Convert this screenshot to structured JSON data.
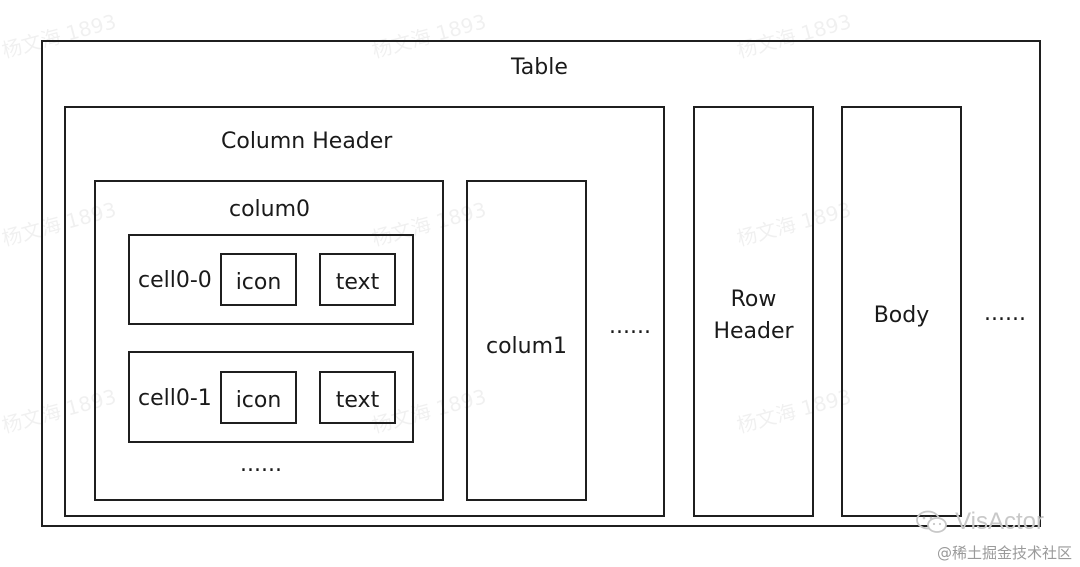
{
  "diagram": {
    "table": "Table",
    "column_header": "Column Header",
    "colum0": "colum0",
    "cells": [
      {
        "label": "cell0-0",
        "icon": "icon",
        "text": "text"
      },
      {
        "label": "cell0-1",
        "icon": "icon",
        "text": "text"
      }
    ],
    "cell_ellipsis": "......",
    "colum1": "colum1",
    "column_ellipsis": "......",
    "row_header_line1": "Row",
    "row_header_line2": "Header",
    "body": "Body",
    "table_ellipsis": "......"
  },
  "watermark": "杨文海 1893",
  "brand": "VisActor",
  "source": "@稀土掘金技术社区"
}
